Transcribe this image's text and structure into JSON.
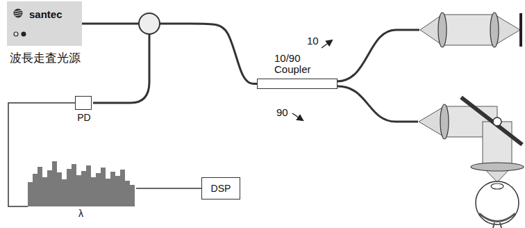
{
  "diagram": {
    "nodes": [
      {
        "text": [
          "santec",
          "波長走査光源"
        ]
      },
      {
        "text": [
          "10/90 Coupler"
        ]
      },
      {
        "text": [
          "PD"
        ]
      },
      {
        "text": [
          "λ"
        ]
      },
      {
        "text": [
          "DSP"
        ]
      }
    ],
    "edges": [
      {
        "from": 0,
        "to": 1,
        "arrow": "none"
      },
      {
        "from": 2,
        "to": 3,
        "arrow": "none"
      },
      {
        "from": 3,
        "to": 4,
        "arrow": "none"
      }
    ],
    "labels": [
      "10",
      "90"
    ]
  }
}
